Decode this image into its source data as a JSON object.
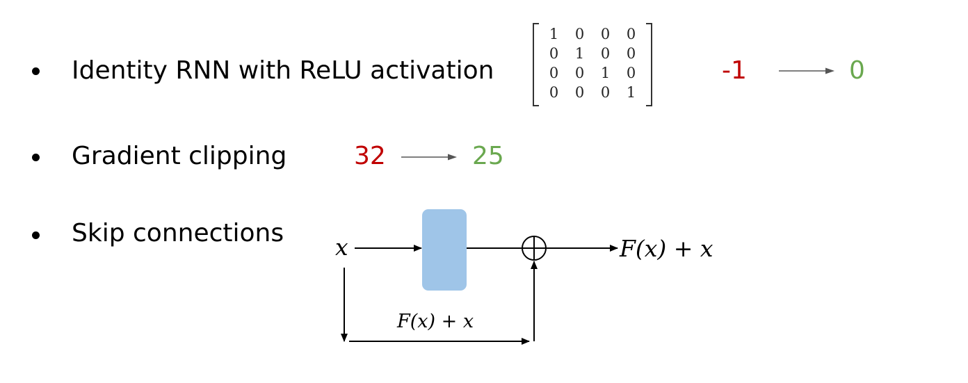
{
  "bullets": [
    {
      "text": "Identity RNN with ReLU activation"
    },
    {
      "text": "Gradient clipping"
    },
    {
      "text": "Skip connections"
    }
  ],
  "identity": {
    "matrix": [
      [
        "1",
        "0",
        "0",
        "0"
      ],
      [
        "0",
        "1",
        "0",
        "0"
      ],
      [
        "0",
        "0",
        "1",
        "0"
      ],
      [
        "0",
        "0",
        "0",
        "1"
      ]
    ],
    "from": "-1",
    "to": "0"
  },
  "clipping": {
    "from": "32",
    "to": "25"
  },
  "skip": {
    "input": "x",
    "output": "F(x) + x",
    "bypass_label": "F(x) + x",
    "block_color": "#9fc5e8"
  },
  "colors": {
    "before": "#c00000",
    "after": "#6aa84f"
  }
}
